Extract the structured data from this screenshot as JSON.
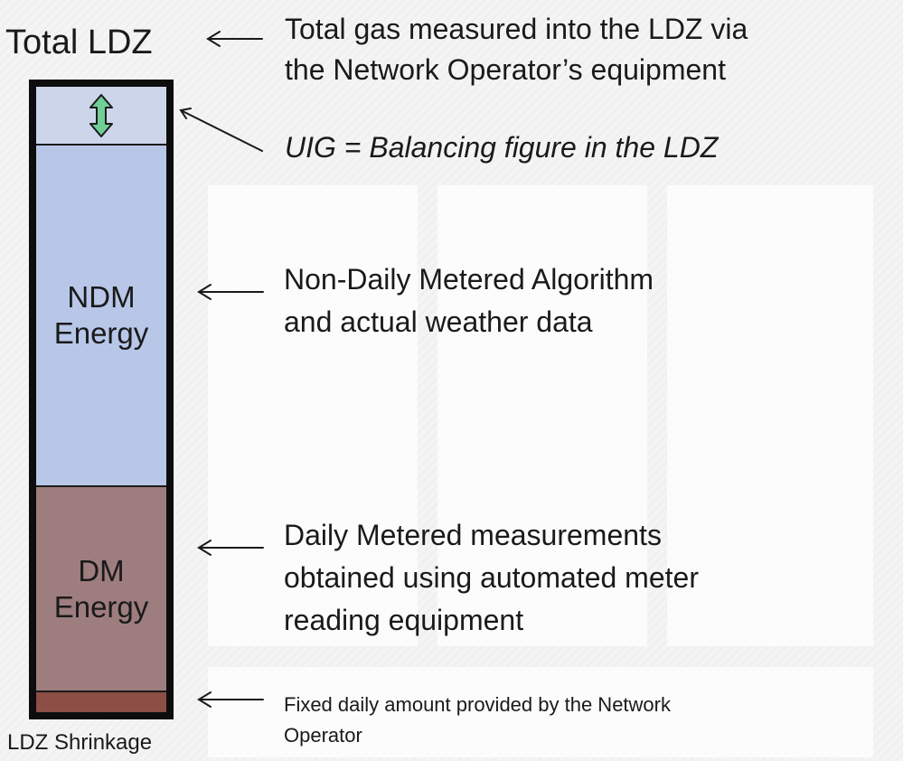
{
  "total_label": "Total LDZ",
  "bar_segments": {
    "uig_label": "",
    "ndm_label": "NDM\nEnergy",
    "dm_label": "DM\nEnergy",
    "shrinkage_label": ""
  },
  "shrinkage_label": "LDZ Shrinkage",
  "annotations": {
    "total_gas": "Total gas measured into the LDZ via\nthe Network Operator’s equipment",
    "uig": "UIG = Balancing figure in the LDZ",
    "ndm": "Non-Daily Metered Algorithm\nand actual weather data",
    "dm": "Daily Metered measurements\nobtained using automated meter\nreading equipment",
    "shrinkage": "Fixed daily amount provided by the Network\nOperator"
  },
  "colors": {
    "uig": "#cdd5eb",
    "ndm": "#b8c7e8",
    "dm": "#9e7d7f",
    "shrinkage": "#8c4e45",
    "double_arrow": "#6fcf97",
    "frame": "#0d0d0d"
  },
  "icons": {
    "uig_marker": "double-arrow-vertical-icon",
    "pointer": "left-arrow-icon"
  }
}
